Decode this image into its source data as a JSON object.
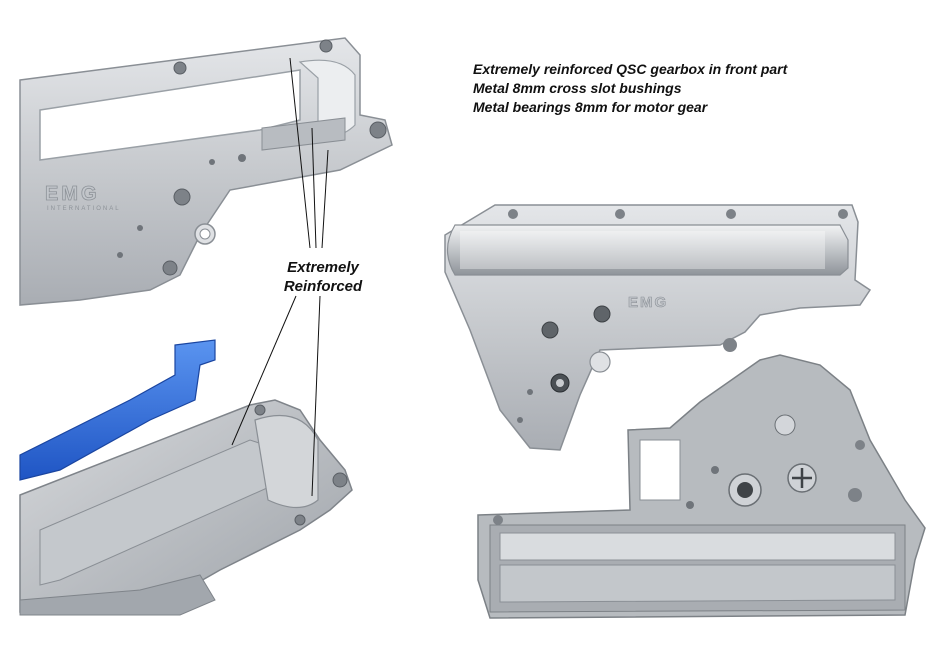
{
  "caption": {
    "line1": "Extremely reinforced QSC gearbox in front part",
    "line2": "Metal 8mm cross slot bushings",
    "line3": "Metal bearings 8mm for motor gear"
  },
  "callout": {
    "line1": "Extremely",
    "line2": "Reinforced"
  },
  "brand_mark": "EMG",
  "brand_sub": "INTERNATIONAL",
  "colors": {
    "background": "#ffffff",
    "metal_silver": "#c9ccd0",
    "metal_dark": "#8e9399",
    "tappet_blue": "#2f6fe0",
    "text": "#111111"
  }
}
